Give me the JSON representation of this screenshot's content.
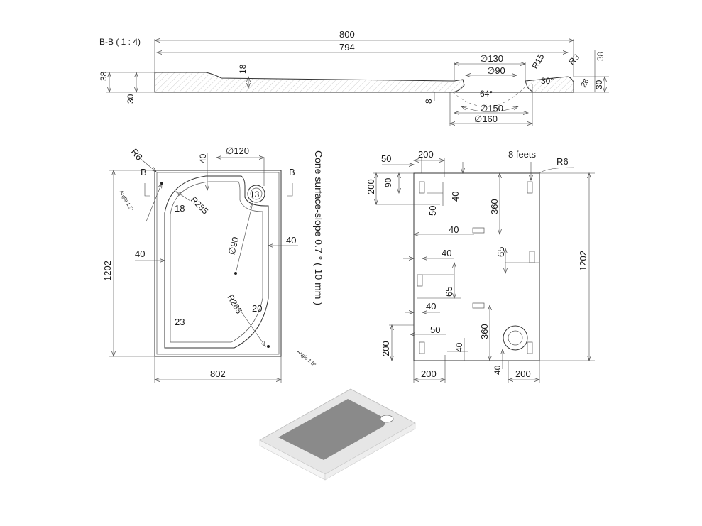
{
  "section": {
    "title": "B-B ( 1 : 4)",
    "dims": {
      "len_800": "800",
      "len_794": "794",
      "h_38_left": "38",
      "h_30_left": "30",
      "h_18": "18",
      "d_130": "∅130",
      "d_90": "∅90",
      "r_15": "R15",
      "r_3": "R3",
      "h_38_right": "38",
      "h_30_right": "30",
      "h_26": "26",
      "a_30": "30°",
      "a_64": "64°",
      "h_8": "8",
      "d_150": "∅150",
      "d_160": "∅160"
    }
  },
  "plan": {
    "r6": "R6",
    "b_left": "B",
    "b_right": "B",
    "d_120": "∅120",
    "d_40_top": "40",
    "r285_top": "R285",
    "d_18": "18",
    "d_13": "13",
    "angle_top": "Angle 1.5°",
    "d_90": "∅90",
    "d_40_left": "40",
    "d_40_right": "40",
    "h_1202": "1202",
    "r285_bottom": "R285",
    "d_20": "20",
    "d_23": "23",
    "angle_bottom": "Angle 1.5°",
    "w_802": "802",
    "slope_note": "Cone surface-slope 0.7 ° ( 10 mm )"
  },
  "bottom": {
    "feet_label": "8 feets",
    "r6": "R6",
    "dims": {
      "d_50_top": "50",
      "d_200_top": "200",
      "d_200_left": "200",
      "d_90": "90",
      "d_50_a": "50",
      "d_40_a": "40",
      "d_360_top": "360",
      "d_40_b": "40",
      "d_40_c": "40",
      "d_65_a": "65",
      "d_65_b": "65",
      "d_40_d": "40",
      "d_360_bottom": "360",
      "d_50_b": "50",
      "d_40_e": "40",
      "d_200_left_bottom": "200",
      "d_40_f": "40",
      "d_200_bottom_left": "200",
      "d_200_bottom_right": "200",
      "h_1202": "1202"
    }
  },
  "colors": {
    "line": "#333333",
    "tray_top": "#e6e6e6",
    "tray_basin": "#8a8a8a",
    "tray_side": "#f4f4f4"
  }
}
